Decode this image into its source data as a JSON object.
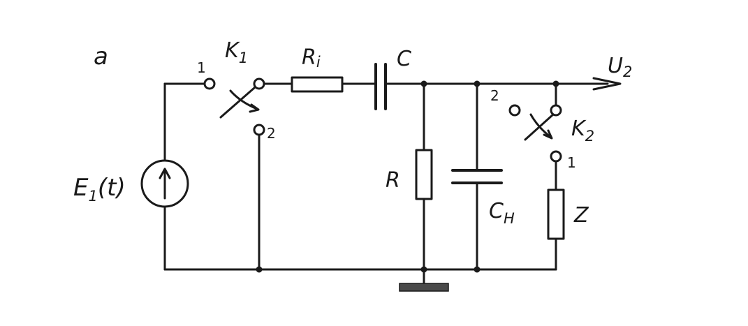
{
  "diagram": {
    "panel_label": "a",
    "source": {
      "label": "E",
      "sub": "1",
      "arg": "(t)"
    },
    "switch_k1": {
      "label": "K",
      "sub": "1",
      "pos_1": "1",
      "pos_2": "2"
    },
    "resistor_ri": {
      "label": "R",
      "sub": "i"
    },
    "capacitor_c": {
      "label": "C"
    },
    "output": {
      "label": "U",
      "sub": "2"
    },
    "switch_k2": {
      "label": "K",
      "sub": "2",
      "pos_1": "1",
      "pos_2": "2"
    },
    "resistor_r": {
      "label": "R"
    },
    "capacitor_cn": {
      "label": "C",
      "sub": "H"
    },
    "load_z": {
      "label": "Z"
    }
  }
}
